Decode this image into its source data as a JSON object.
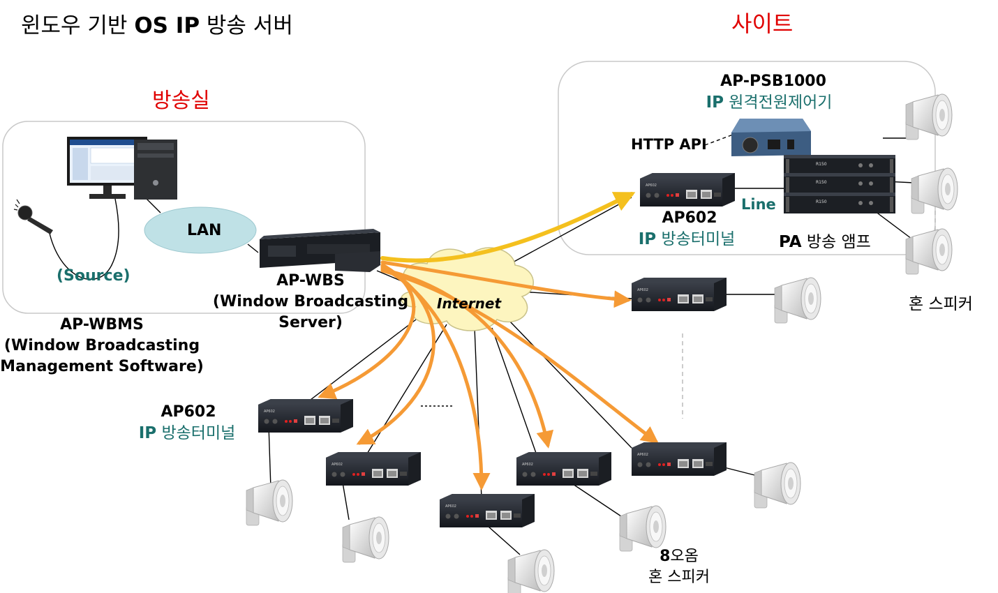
{
  "header": {
    "title_prefix": "윈도우 기반 ",
    "title_bold": "OS IP",
    "title_suffix": " 방송 서버"
  },
  "regions": {
    "studio_label": "방송실",
    "site_label": "사이트"
  },
  "studio": {
    "lan": "LAN",
    "source": "(Source)",
    "wbms_l1": "AP-WBMS",
    "wbms_l2": "(Window Broadcasting",
    "wbms_l3": "Management Software)",
    "wbs_l1": "AP-WBS",
    "wbs_l2": "(Window Broadcasting",
    "wbs_l3": "Server)"
  },
  "network": {
    "internet": "Internet",
    "ellipsis": "......"
  },
  "site": {
    "psb_name": "AP-PSB1000",
    "psb_prefix": "IP",
    "psb_desc": " 원격전원제어기",
    "http_api": "HTTP API",
    "line": "Line",
    "ap602_name": "AP602",
    "ap602_prefix": "IP",
    "ap602_desc": " 방송터미널",
    "pa_bold": "PA",
    "pa_rest": " 방송 앰프",
    "horn_label": "혼 스피커"
  },
  "remote": {
    "ap602_name": "AP602",
    "ap602_prefix": "IP",
    "ap602_desc": " 방송터미널",
    "eight_bold": "8",
    "eight_rest": "오옴",
    "horn_label": "혼 스피커"
  },
  "colors": {
    "arrow_yellow": "#f4c01e",
    "arrow_orange": "#f59a35",
    "red_title": "#e00000",
    "teal": "#1a6f6c",
    "lan_fill": "#bfe1e6",
    "cloud_fill": "#fdf5bf"
  },
  "icons": [
    "computer-icon",
    "microphone-icon",
    "server-icon",
    "cloud-icon",
    "terminal-icon",
    "amplifier-icon",
    "power-controller-icon",
    "horn-speaker-icon"
  ]
}
